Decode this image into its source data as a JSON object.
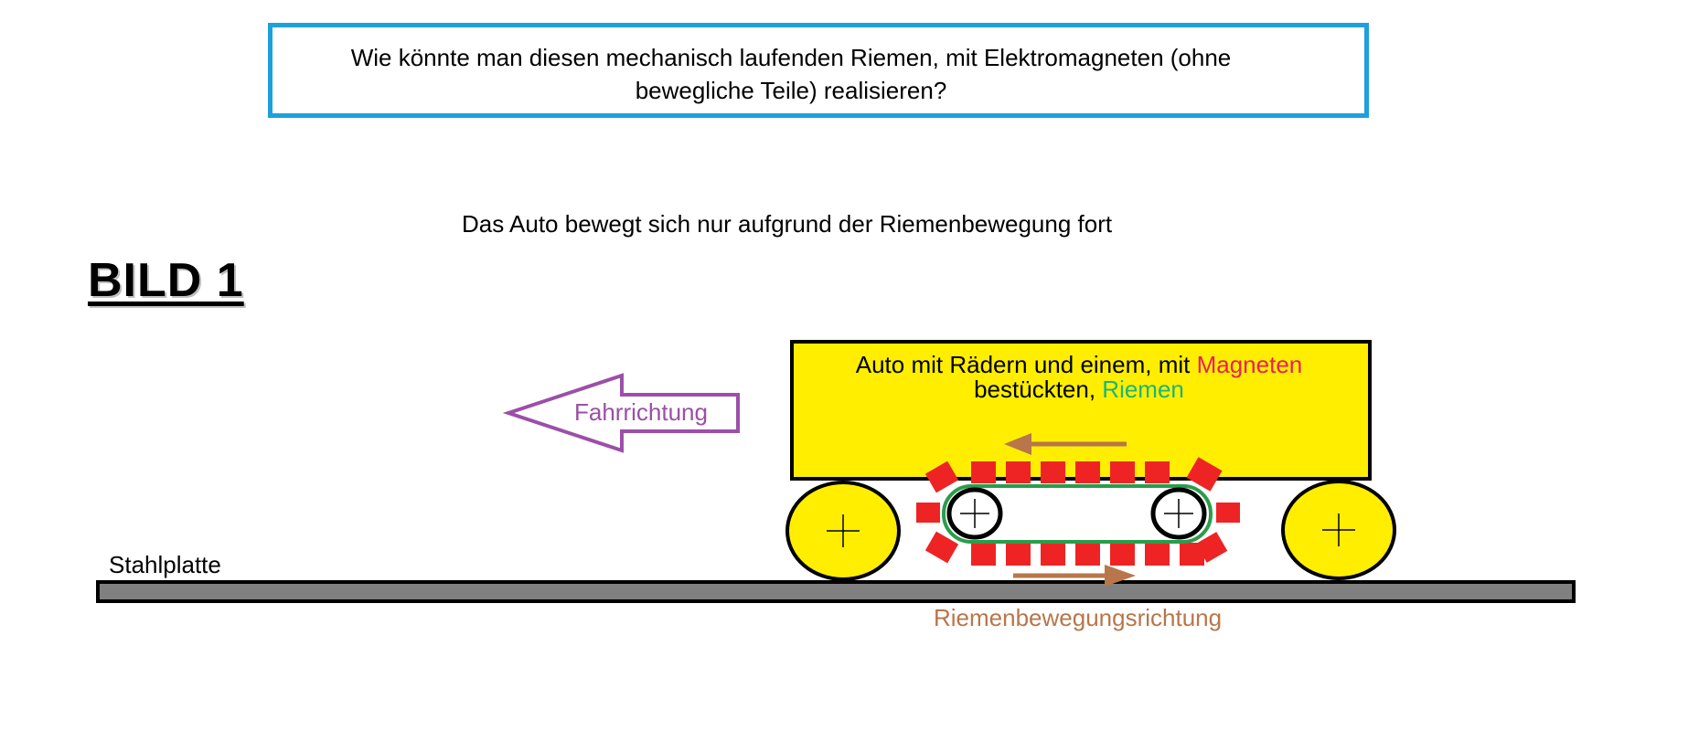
{
  "question": "Wie könnte man diesen mechanisch laufenden Riemen, mit Elektromagneten (ohne bewegliche Teile) realisieren?",
  "subtitle": "Das Auto bewegt sich nur aufgrund der Riemenbewegung fort",
  "figure_title": "BILD 1",
  "car": {
    "label_part1": "Auto mit Rädern und einem, mit ",
    "label_magnets": "Magneten",
    "label_part2": "bestückten, ",
    "label_belt": "Riemen"
  },
  "direction_label": "Fahrrichtung",
  "plate_label": "Stahlplatte",
  "belt_direction_label": "Riemenbewegungsrichtung",
  "colors": {
    "question_border": "#1ea0dc",
    "car_body": "#ffee00",
    "wheel": "#ffee00",
    "magnet": "#ee2424",
    "belt": "#2a9d4a",
    "belt_arrow": "#b8764a",
    "direction_arrow": "#9b4fa8",
    "steel_plate": "#808080"
  }
}
